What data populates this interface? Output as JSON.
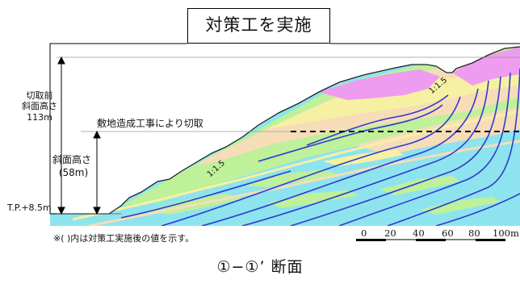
{
  "title": "対策工を実施",
  "caption": "①−①’ 断面",
  "labels": {
    "before_height_line1": "切取前",
    "before_height_line2": "斜面高さ",
    "before_height_value": "113m",
    "cut_note": "敷地造成工事により切取",
    "slope_height_line1": "斜面高さ",
    "slope_height_value": "(58m)",
    "tp_level": "T.P.+8.5m",
    "slope_ratio_lower": "1:1.5",
    "slope_ratio_upper": "1:1.5",
    "footnote": "※( )内は対策工実施後の値を示す。"
  },
  "scale_bar": {
    "ticks": [
      "0",
      "20",
      "40",
      "60",
      "80",
      "100m"
    ]
  },
  "colors": {
    "water_blue": "#8ee4ee",
    "light_green": "#bff09a",
    "pink": "#ee9cf0",
    "tan": "#f6ddb8",
    "yellow": "#f6f1a2",
    "fault_blue": "#2f3bd0"
  }
}
